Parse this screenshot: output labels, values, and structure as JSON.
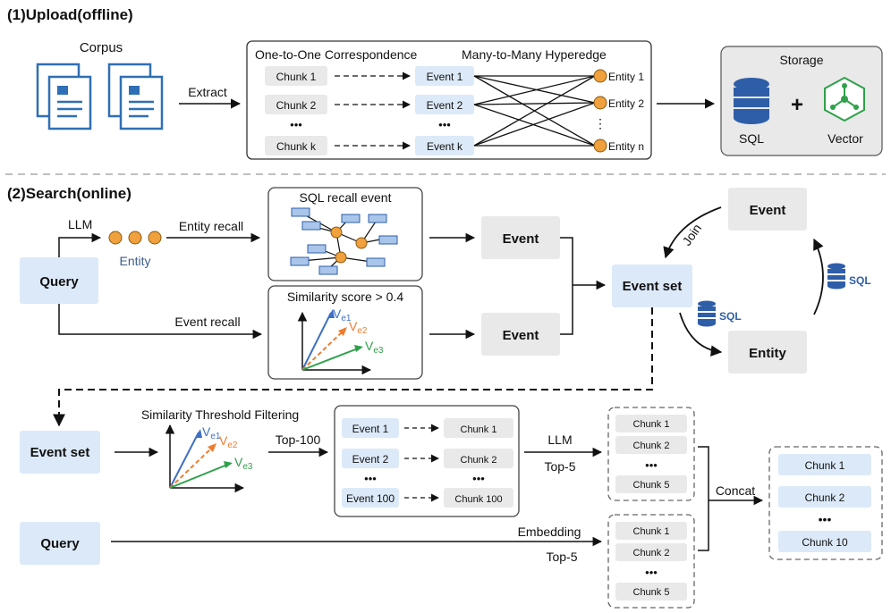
{
  "upload": {
    "title": "(1)Upload(offline)",
    "corpus_label": "Corpus",
    "extract_label": "Extract",
    "one_to_one_label": "One-to-One Correspondence",
    "many_to_many_label": "Many-to-Many Hyperedge",
    "chunks": [
      "Chunk 1",
      "Chunk 2",
      "Chunk k"
    ],
    "events": [
      "Event 1",
      "Event 2",
      "Event k"
    ],
    "entities": [
      "Entity 1",
      "Entity 2",
      "Entity n"
    ],
    "ellipsis": "•••",
    "vertical_ellipsis": "⋮",
    "storage_title": "Storage",
    "plus": "+",
    "sql_label": "SQL",
    "vector_label": "Vector"
  },
  "search": {
    "title": "(2)Search(online)",
    "query_label": "Query",
    "llm_label": "LLM",
    "entity_label": "Entity",
    "entity_recall_label": "Entity recall",
    "event_recall_label": "Event recall",
    "sql_recall_title": "SQL recall event",
    "similarity_title": "Similarity score > 0.4",
    "vec_base": "V",
    "vec_subs": [
      "e1",
      "e2",
      "e3"
    ],
    "event_label": "Event",
    "event_set_label": "Event set",
    "join_label": "Join",
    "sql_tag": "SQL",
    "entity_box_label": "Entity",
    "filter_title": "Similarity Threshold Filtering",
    "top100_label": "Top-100",
    "map_events": [
      "Event 1",
      "Event 2",
      "Event 100"
    ],
    "map_chunks": [
      "Chunk 1",
      "Chunk 2",
      "Chunk 100"
    ],
    "llm2_label": "LLM",
    "top5_label": "Top-5",
    "llm_chunks": [
      "Chunk 1",
      "Chunk 2",
      "Chunk 5"
    ],
    "emb_chunks": [
      "Chunk 1",
      "Chunk 2",
      "Chunk 5"
    ],
    "concat_label": "Concat",
    "embedding_label": "Embedding",
    "top5b_label": "Top-5",
    "final_chunks": [
      "Chunk 1",
      "Chunk 2",
      "Chunk 10"
    ]
  },
  "colors": {
    "light_blue": "#dce9f8",
    "gray_box": "#e9e9e9",
    "node_orange": "#f0a03c",
    "icon_blue": "#2f5ea8",
    "vec_blue": "#3e6fc4",
    "vec_orange": "#ee7d31",
    "vec_green": "#2ea14a"
  }
}
